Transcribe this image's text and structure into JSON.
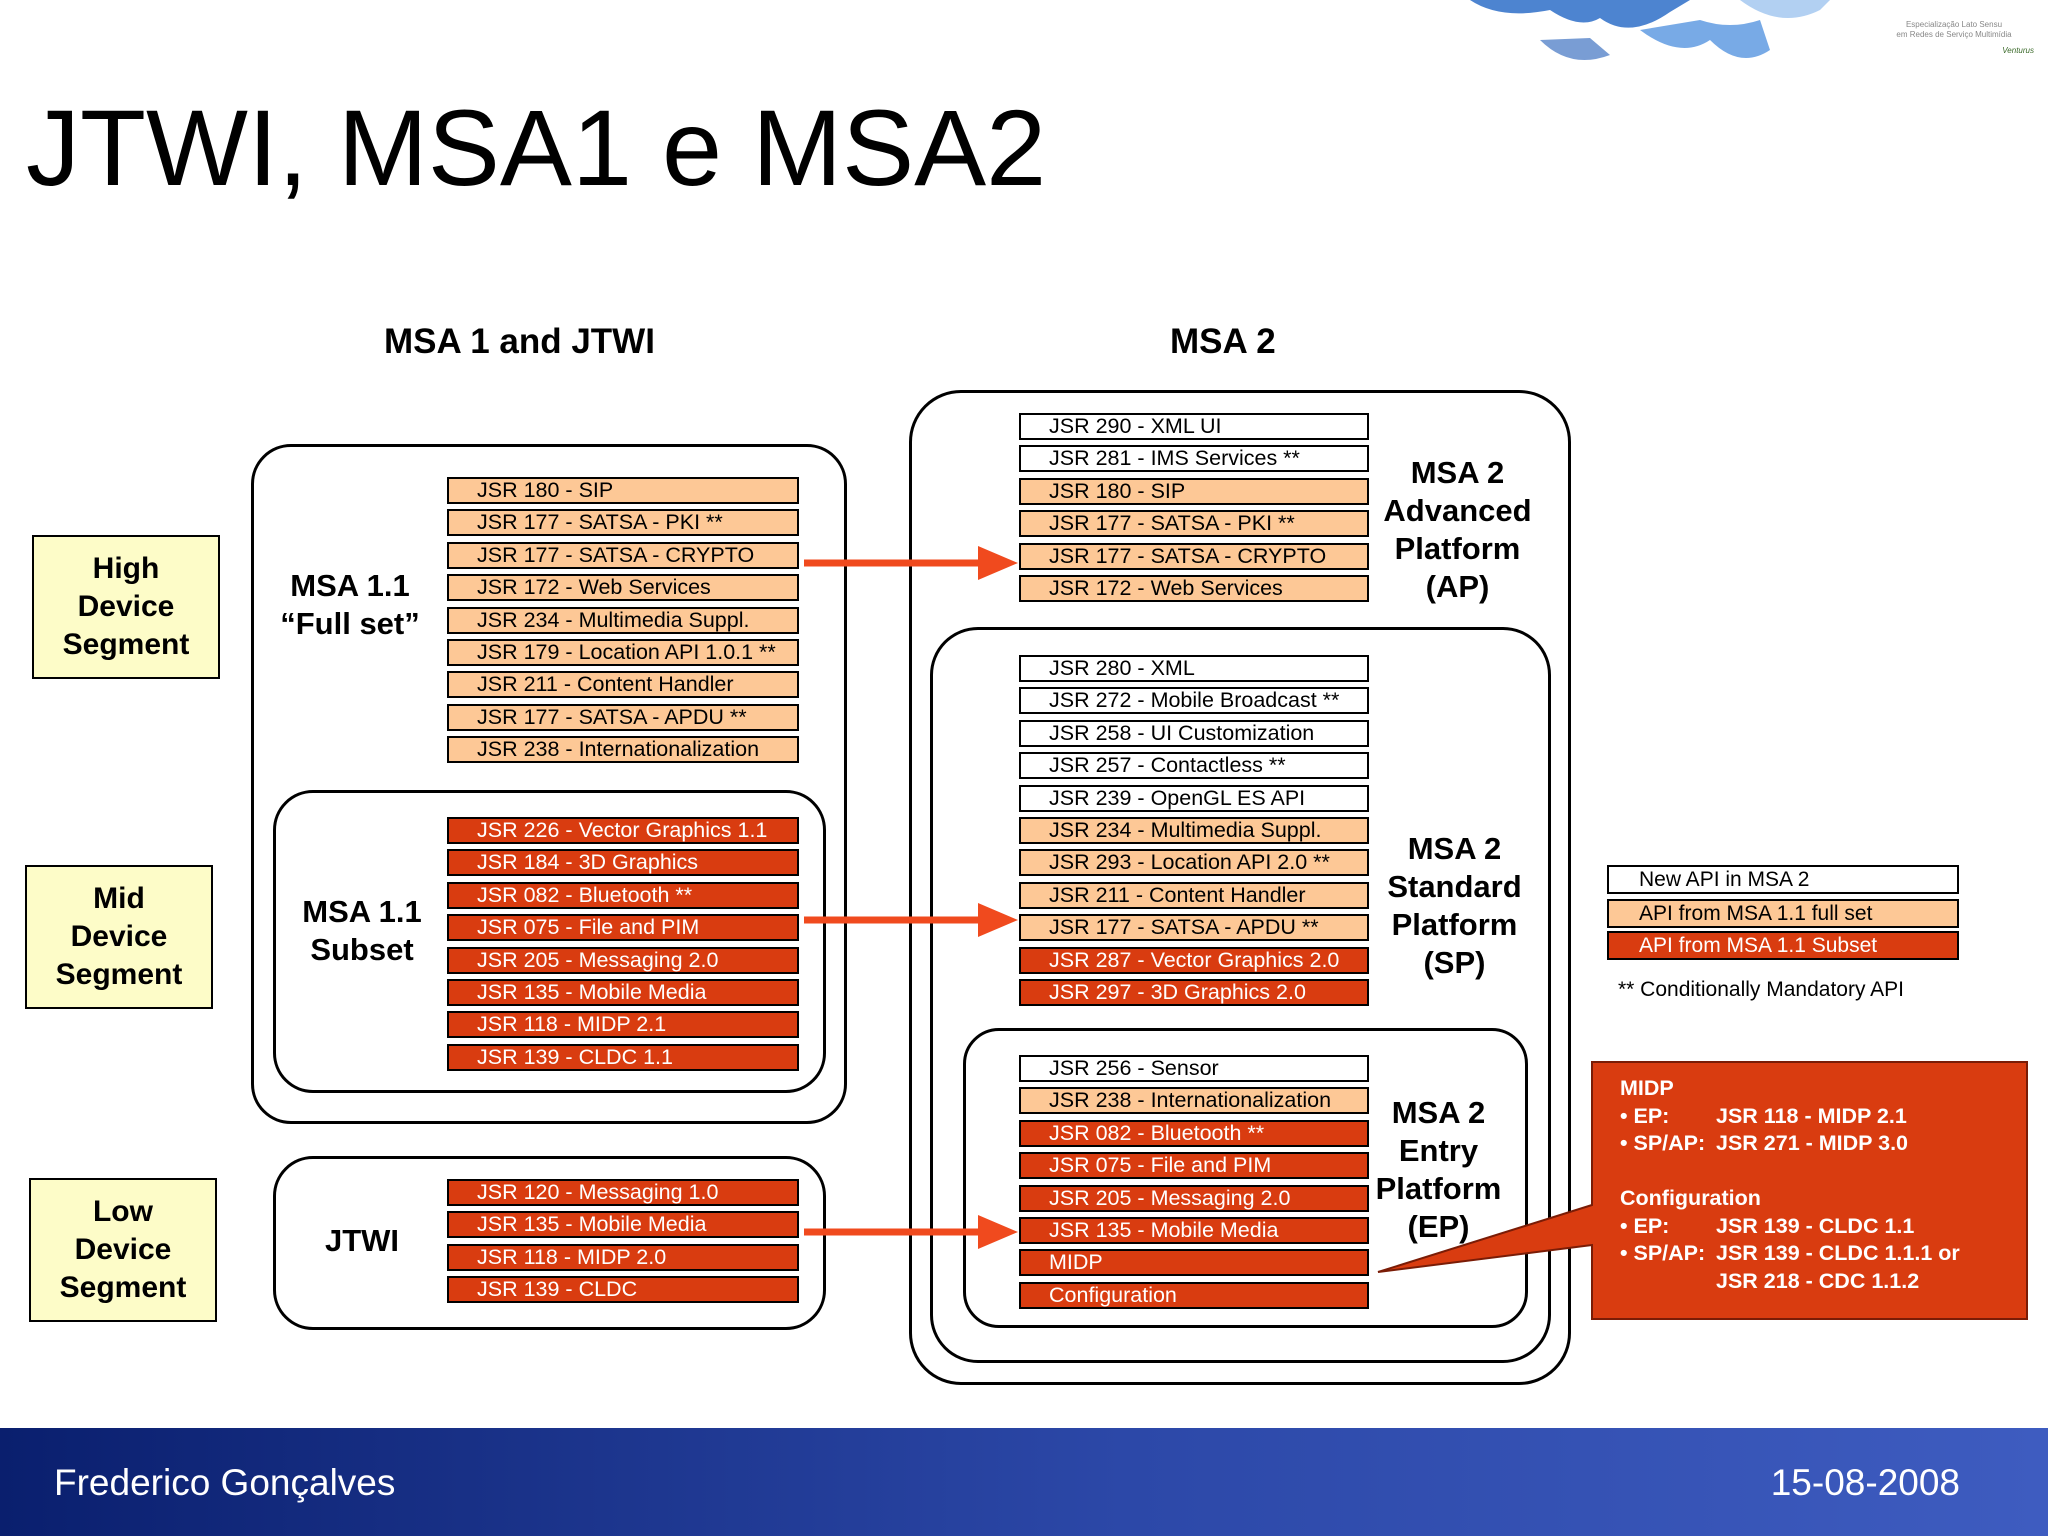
{
  "slide": {
    "title": "JTWI, MSA1 e MSA2",
    "footer_name": "Frederico Gonçalves",
    "footer_date": "15-08-2008",
    "logo_text": [
      "Especialização Lato Sensu",
      "em Redes de Serviço Multimídia"
    ],
    "logo_brand": "Venturus"
  },
  "diagram": {
    "headings": {
      "left": "MSA 1 and JTWI",
      "right": "MSA 2"
    },
    "segments": {
      "high": "High\nDevice\nSegment",
      "mid": "Mid\nDevice\nSegment",
      "low": "Low\nDevice\nSegment"
    },
    "left_groups": {
      "full_label": "MSA 1.1\n“Full set”",
      "subset_label": "MSA 1.1\nSubset",
      "jtwi_label": "JTWI",
      "full_apis": [
        "JSR 180 - SIP",
        "JSR 177 - SATSA - PKI **",
        "JSR 177 - SATSA - CRYPTO",
        "JSR 172 - Web Services",
        "JSR 234 - Multimedia Suppl.",
        "JSR 179 - Location API 1.0.1 **",
        "JSR 211 - Content Handler",
        "JSR 177 - SATSA - APDU **",
        "JSR 238 - Internationalization"
      ],
      "subset_apis": [
        "JSR 226 - Vector Graphics 1.1",
        "JSR 184 - 3D Graphics",
        "JSR 082 - Bluetooth **",
        "JSR 075 - File and PIM",
        "JSR 205 - Messaging 2.0",
        "JSR 135 - Mobile Media",
        "JSR 118 - MIDP 2.1",
        "JSR 139 - CLDC 1.1"
      ],
      "jtwi_apis": [
        "JSR 120 - Messaging 1.0",
        "JSR 135 - Mobile Media",
        "JSR 118 - MIDP 2.0",
        "JSR 139 - CLDC"
      ]
    },
    "msa2": {
      "ap_label": "MSA 2\nAdvanced\nPlatform\n(AP)",
      "sp_label": "MSA 2\nStandard\nPlatform\n(SP)",
      "ep_label": "MSA 2\nEntry\nPlatform\n(EP)",
      "ap_apis": [
        {
          "text": "JSR 290 - XML UI",
          "kind": "new"
        },
        {
          "text": "JSR 281 - IMS Services **",
          "kind": "new"
        },
        {
          "text": "JSR 180 - SIP",
          "kind": "full"
        },
        {
          "text": "JSR 177 - SATSA - PKI **",
          "kind": "full"
        },
        {
          "text": "JSR 177 - SATSA - CRYPTO",
          "kind": "full"
        },
        {
          "text": "JSR 172 - Web Services",
          "kind": "full"
        }
      ],
      "sp_apis": [
        {
          "text": "JSR 280 - XML",
          "kind": "new"
        },
        {
          "text": "JSR 272 - Mobile Broadcast **",
          "kind": "new"
        },
        {
          "text": "JSR 258 - UI Customization",
          "kind": "new"
        },
        {
          "text": "JSR 257 - Contactless **",
          "kind": "new"
        },
        {
          "text": "JSR 239 - OpenGL ES API",
          "kind": "new"
        },
        {
          "text": "JSR 234 - Multimedia Suppl.",
          "kind": "full"
        },
        {
          "text": "JSR 293 - Location API 2.0 **",
          "kind": "full"
        },
        {
          "text": "JSR 211 - Content Handler",
          "kind": "full"
        },
        {
          "text": "JSR 177 - SATSA - APDU **",
          "kind": "full"
        },
        {
          "text": "JSR 287 - Vector Graphics 2.0",
          "kind": "sub"
        },
        {
          "text": "JSR 297 - 3D Graphics 2.0",
          "kind": "sub"
        }
      ],
      "ep_apis": [
        {
          "text": "JSR 256 - Sensor",
          "kind": "new"
        },
        {
          "text": "JSR 238 - Internationalization",
          "kind": "full"
        },
        {
          "text": "JSR 082 - Bluetooth **",
          "kind": "sub"
        },
        {
          "text": "JSR 075 - File and PIM",
          "kind": "sub"
        },
        {
          "text": "JSR 205 - Messaging 2.0",
          "kind": "sub"
        },
        {
          "text": "JSR 135 - Mobile Media",
          "kind": "sub"
        },
        {
          "text": "MIDP",
          "kind": "sub"
        },
        {
          "text": "Configuration",
          "kind": "sub"
        }
      ]
    },
    "legend": {
      "new": "New API in MSA 2",
      "full": "API from MSA 1.1 full set",
      "subset": "API from MSA 1.1 Subset",
      "note": "** Conditionally Mandatory API"
    },
    "callout": {
      "midp_title": "MIDP",
      "midp_ep_label": "• EP:",
      "midp_ep_value": "JSR 118 - MIDP 2.1",
      "midp_spap_label": "• SP/AP:",
      "midp_spap_value": "JSR 271 - MIDP 3.0",
      "config_title": "Configuration",
      "config_ep_label": "• EP:",
      "config_ep_value": "JSR 139 - CLDC 1.1",
      "config_spap_label": "• SP/AP:",
      "config_spap_value": "JSR 139 - CLDC 1.1.1 or",
      "config_spap_value2": "JSR 218 - CDC 1.1.2"
    },
    "colors": {
      "new": "#ffffff",
      "full_set": "#fdc896",
      "subset": "#d93c10",
      "arrow": "#f04a1e",
      "segment_fill": "#fdfcc8",
      "footer": "#2c48a8"
    }
  }
}
